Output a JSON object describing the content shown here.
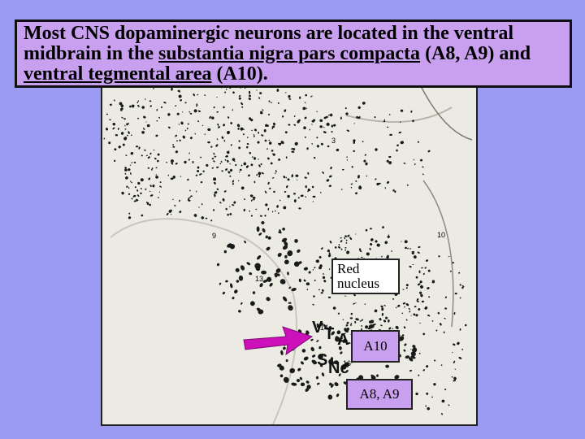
{
  "title": {
    "part1": "Most CNS dopaminergic neurons are located in the ventral midbrain in the ",
    "underlined1": "substantia nigra pars compacta",
    "part2": " (A8, A9) and ",
    "underlined2": "ventral tegmental area",
    "part3": " (A10)."
  },
  "labels": {
    "red_nucleus": "Red nucleus",
    "a10": "A10",
    "a8_a9": "A8, A9"
  },
  "image_letters": {
    "vta": [
      "V",
      "T",
      "A"
    ],
    "snc": [
      "S",
      "Nc"
    ]
  },
  "image_numbers": [
    "3",
    "9",
    "10",
    "13",
    "14",
    "16"
  ],
  "colors": {
    "background": "#9b9bf3",
    "label_box": "#c9a0f0",
    "arrow": "#cc11bb"
  }
}
